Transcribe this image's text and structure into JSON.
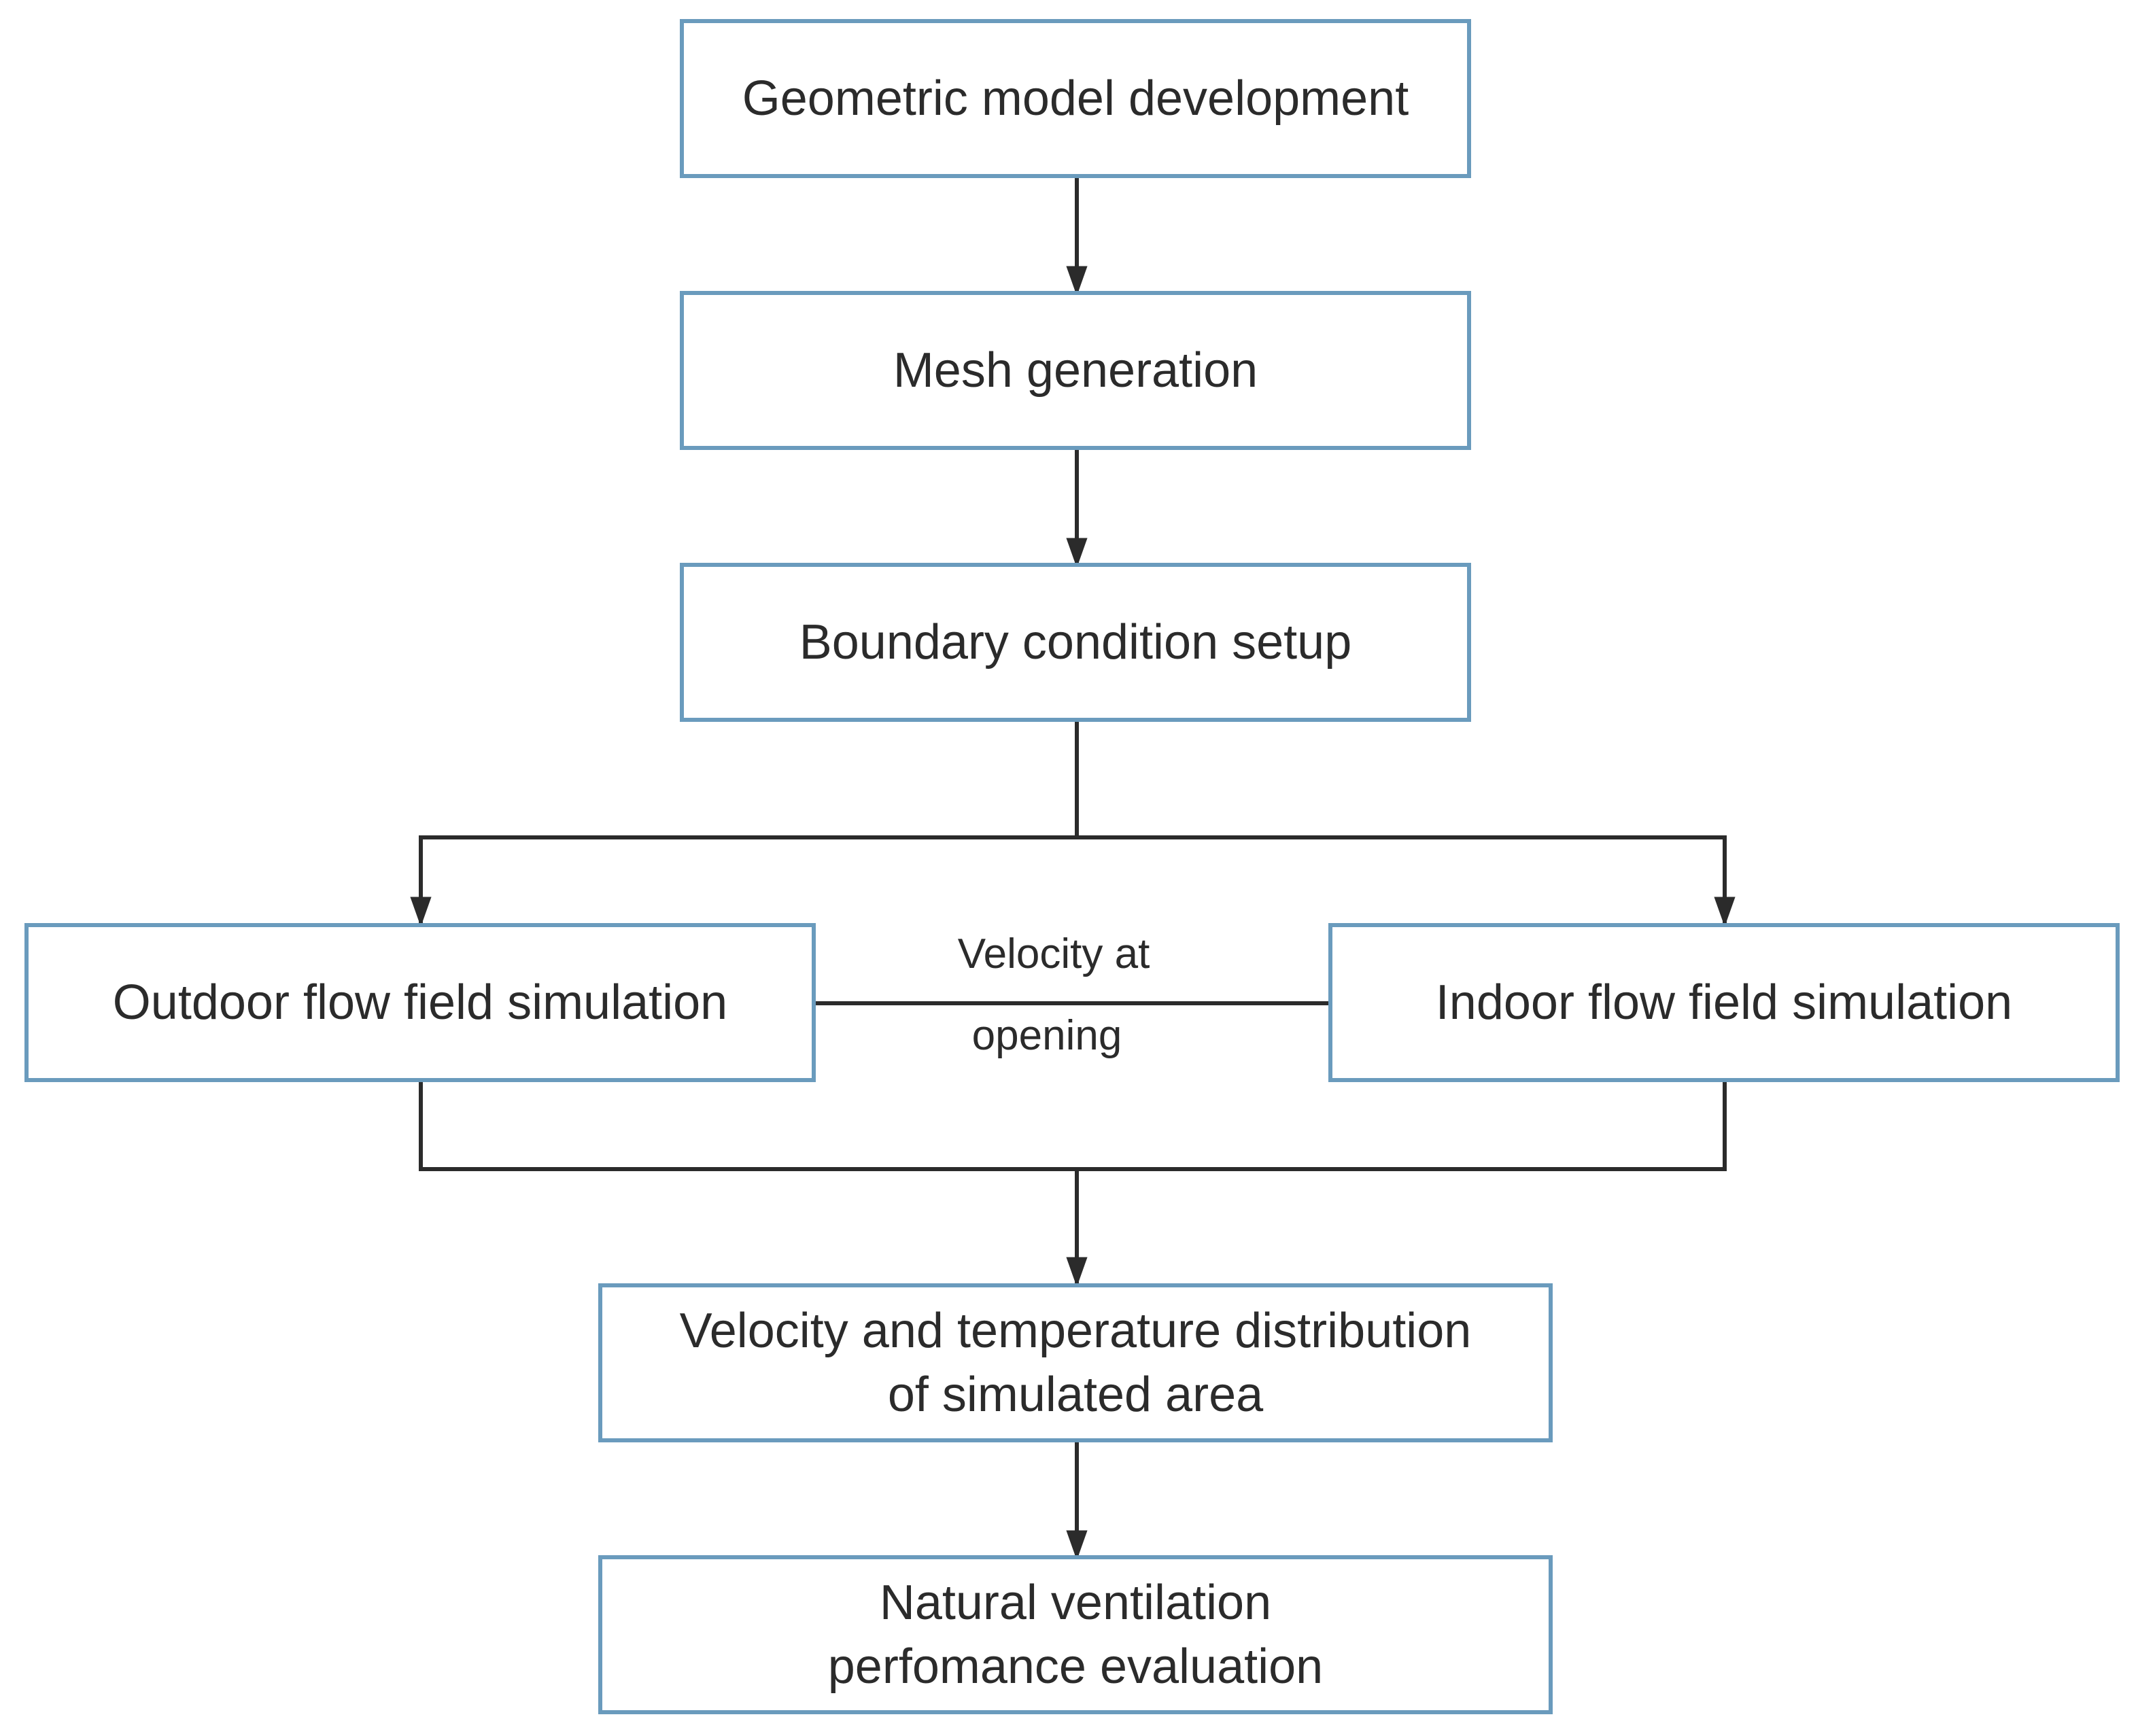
{
  "diagram": {
    "colors": {
      "box_border": "#6a9bbd",
      "connector": "#2b2b2b",
      "text": "#2b2b2b",
      "background": "#ffffff"
    },
    "nodes": {
      "geometric_model": "Geometric model development",
      "mesh_generation": "Mesh generation",
      "boundary_condition": "Boundary condition setup",
      "outdoor_simulation": "Outdoor flow field simulation",
      "indoor_simulation": "Indoor flow field simulation",
      "distribution_line1": "Velocity and temperature distribution",
      "distribution_line2": "of simulated area",
      "evaluation_line1": "Natural ventilation",
      "evaluation_line2": "perfomance evaluation"
    },
    "edge_labels": {
      "coupling_line1": "Velocity at",
      "coupling_line2": "opening"
    }
  }
}
